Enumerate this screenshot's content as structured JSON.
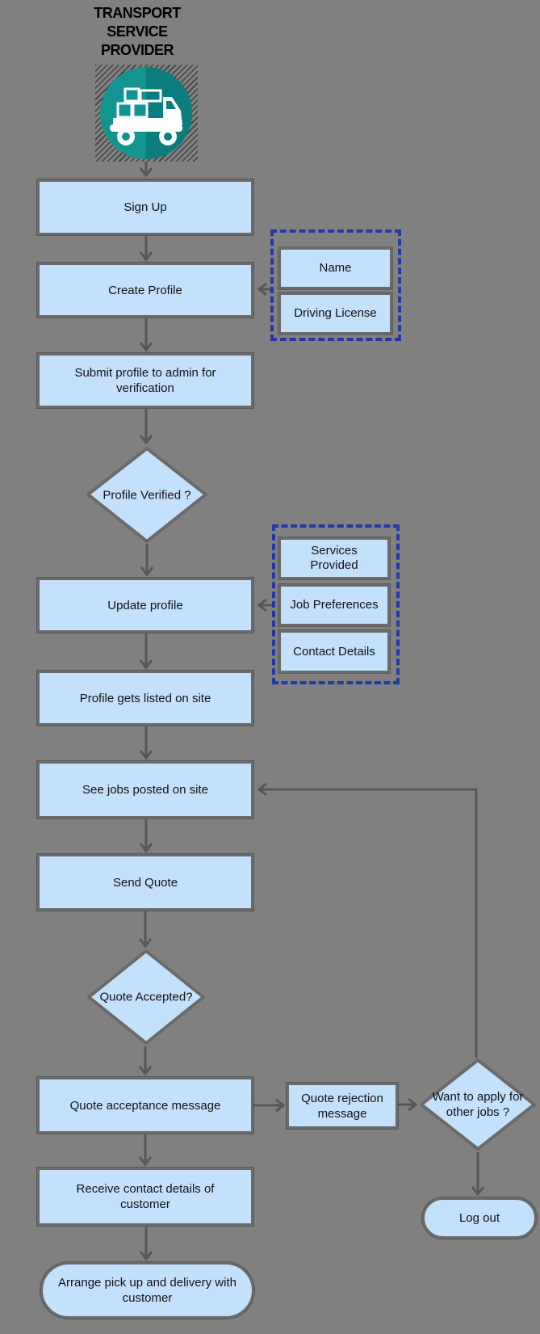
{
  "title": {
    "lines": [
      "TRANSPORT",
      "SERVICE",
      "PROVIDER"
    ]
  },
  "icon": {
    "name": "transport-truck-icon"
  },
  "nodes": {
    "sign_up": "Sign Up",
    "create_profile": "Create Profile",
    "submit_profile": "Submit profile to admin for verification",
    "profile_verified": "Profile Verified ?",
    "update_profile": "Update profile",
    "profile_listed": "Profile gets listed on site",
    "see_jobs": "See jobs posted on site",
    "send_quote": "Send Quote",
    "quote_accepted": "Quote Accepted?",
    "quote_acceptance": "Quote acceptance message",
    "quote_rejection": "Quote rejection message",
    "want_other_jobs": "Want to apply for other jobs ?",
    "receive_contact": "Receive contact details of customer",
    "arrange_pickup": "Arrange pick up and delivery with customer",
    "log_out": "Log out"
  },
  "groups": {
    "profile_fields": {
      "items": [
        "Name",
        "Driving License"
      ]
    },
    "update_fields": {
      "items": [
        "Services Provided",
        "Job Preferences",
        "Contact Details"
      ]
    }
  },
  "colors": {
    "background": "#808080",
    "node_fill": "#c3e0fd",
    "node_border": "#6a6a6a",
    "connector": "#575757",
    "group_border": "#2438a6",
    "icon_teal_light": "#129490",
    "icon_teal_dark": "#0c7d7e",
    "text": "#111111"
  }
}
